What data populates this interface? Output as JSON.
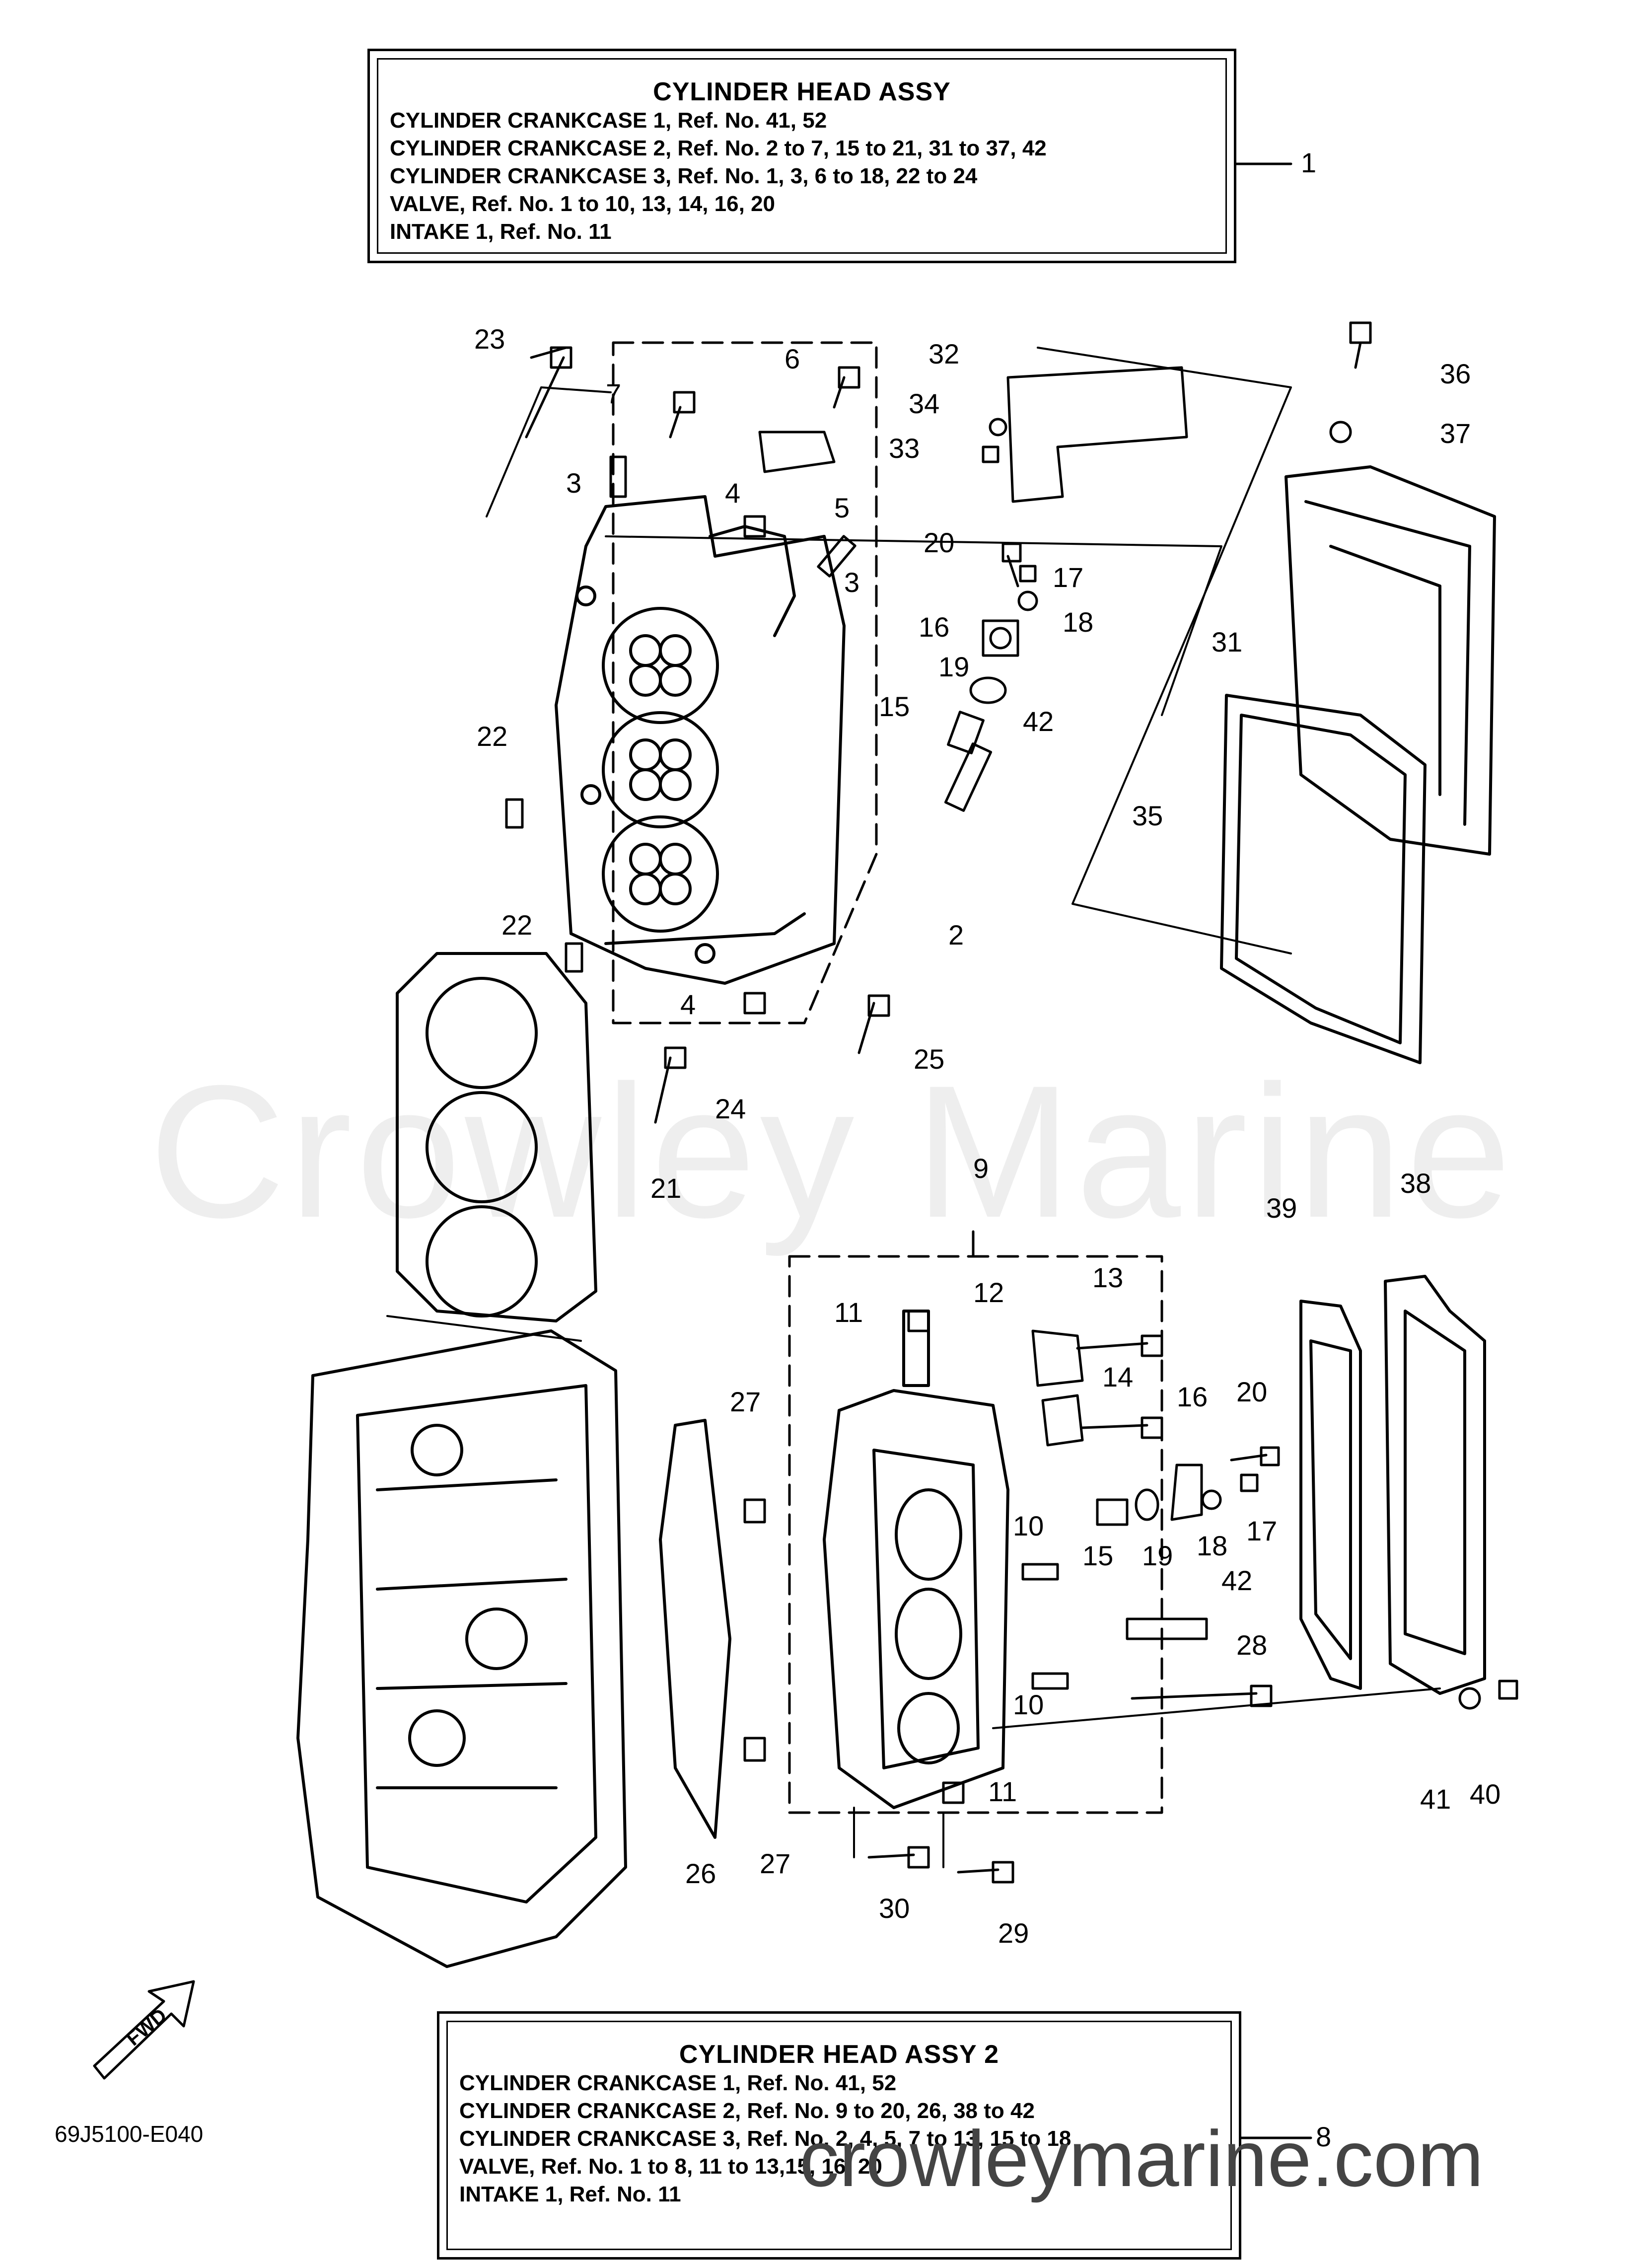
{
  "box1": {
    "title": "CYLINDER  HEAD ASSY",
    "lines": [
      "CYLINDER CRANKCASE 1,  Ref. No. 41, 52",
      "CYLINDER CRANKCASE 2,  Ref. No. 2 to 7, 15 to 21, 31 to 37, 42",
      "CYLINDER CRANKCASE 3,  Ref. No. 1, 3, 6 to 18, 22 to 24",
      "VALVE,  Ref. No. 1 to 10, 13, 14, 16, 20",
      "INTAKE 1, Ref. No. 11"
    ],
    "callout": "1"
  },
  "box2": {
    "title": "CYLINDER  HEAD ASSY 2",
    "lines": [
      "CYLINDER CRANKCASE 1,  Ref. No. 41, 52",
      "CYLINDER CRANKCASE 2,  Ref. No. 9 to 20, 26, 38 to 42",
      "CYLINDER CRANKCASE 3,  Ref. No. 2, 4, 5, 7 to 13, 15 to 18",
      "VALVE, Ref. No. 1 to 8, 11 to 13,15, 16, 20",
      "INTAKE 1, Ref. No. 11"
    ],
    "callout": "8"
  },
  "callouts": {
    "c23": "23",
    "c7": "7",
    "c6": "6",
    "c3a": "3",
    "c4a": "4",
    "c5": "5",
    "c3b": "3",
    "c32": "32",
    "c34": "34",
    "c33": "33",
    "c36": "36",
    "c37": "37",
    "c20a": "20",
    "c17a": "17",
    "c18a": "18",
    "c16a": "16",
    "c19a": "19",
    "c15a": "15",
    "c42a": "42",
    "c31": "31",
    "c35": "35",
    "c22a": "22",
    "c22b": "22",
    "c2": "2",
    "c4b": "4",
    "c24": "24",
    "c25": "25",
    "c21": "21",
    "c9": "9",
    "c39": "39",
    "c38": "38",
    "c11a": "11",
    "c12": "12",
    "c13": "13",
    "c14": "14",
    "c27a": "27",
    "c16b": "16",
    "c20b": "20",
    "c10a": "10",
    "c15b": "15",
    "c19b": "19",
    "c18b": "18",
    "c17b": "17",
    "c42b": "42",
    "c28": "28",
    "c10b": "10",
    "c11b": "11",
    "c26": "26",
    "c27b": "27",
    "c30": "30",
    "c29": "29",
    "c41": "41",
    "c40": "40"
  },
  "fwd_label": "FWD",
  "part_number": "69J5100-E040",
  "watermark": "Crowley Marine",
  "site_watermark": "crowleymarine.com"
}
